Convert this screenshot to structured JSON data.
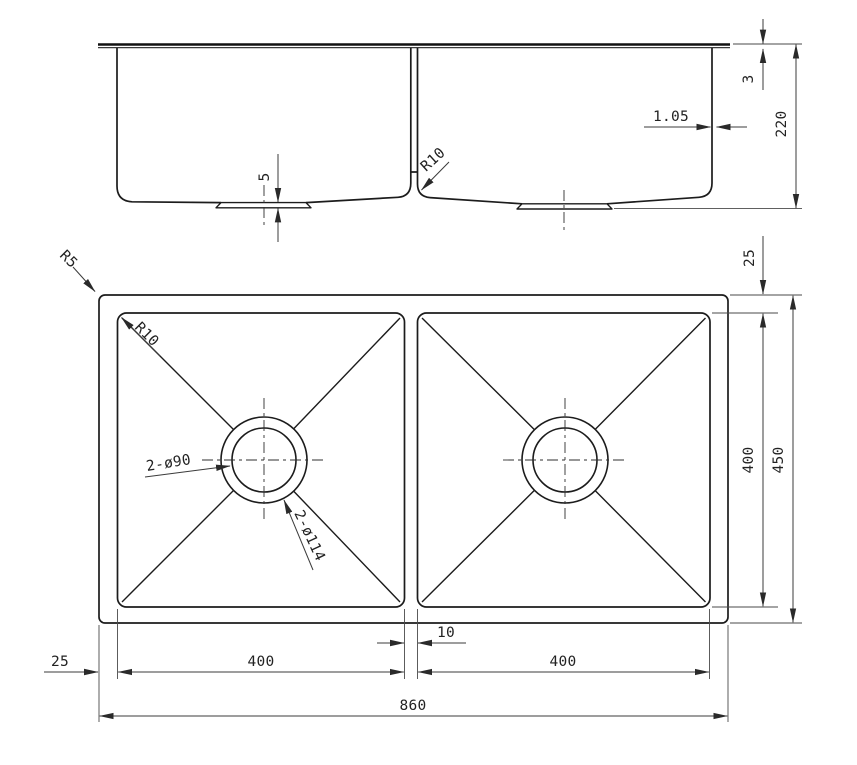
{
  "drawing": {
    "type": "engineering-drawing-double-bowl-sink",
    "background_color": "#ffffff",
    "line_color": "#1c1c1c",
    "dimension_color": "#3b3b3b",
    "front": {
      "depth": "220",
      "rim_height": "3",
      "wall_thickness": "1.05",
      "boss_height": "5",
      "bottom_radius": "R10"
    },
    "plan": {
      "overall_width": "860",
      "overall_depth": "450",
      "bowl_width_left": "400",
      "bowl_width_right": "400",
      "bowl_depth": "400",
      "divider_width": "10",
      "rim_left": "25",
      "rim_top": "25",
      "outer_radius": "R5",
      "bowl_radius": "R10",
      "drain_hole": "2-ø90",
      "drain_flange": "2-ø114"
    }
  }
}
